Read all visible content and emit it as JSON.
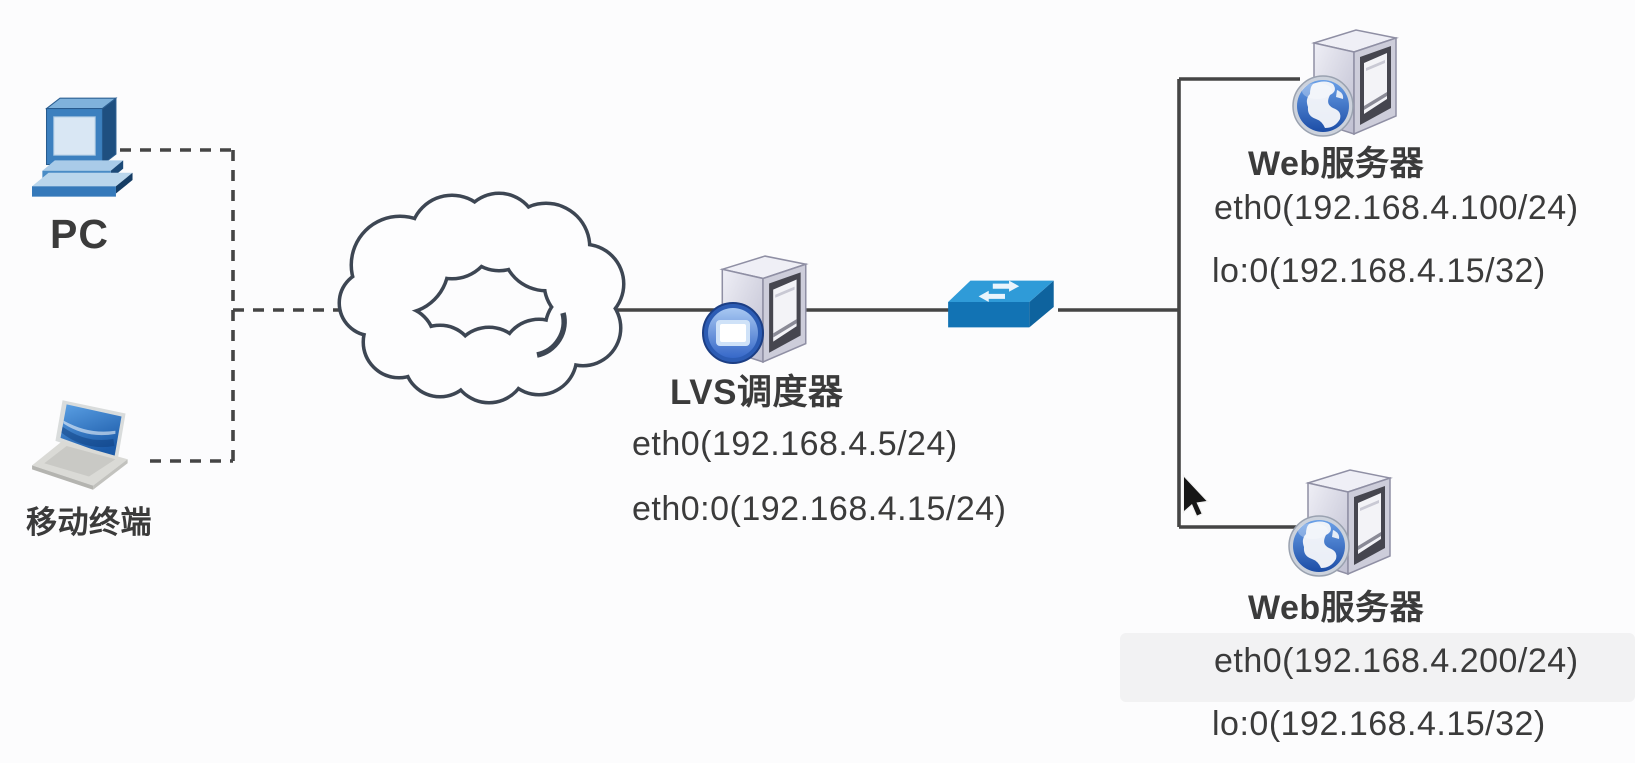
{
  "diagram": {
    "title": "LVS DR-mode load balancing topology",
    "colors": {
      "background": "#fcfcfd",
      "line": "#454545",
      "text": "#3b3b3b",
      "cloud_stroke": "#3d4653",
      "switch_blue": "#1f86c9",
      "globe_blue": "#2f62b8",
      "server_body": "#d6d6e2"
    },
    "nodes": {
      "pc": {
        "label": "PC",
        "icon": "desktop-computer-icon"
      },
      "mobile": {
        "label": "移动终端",
        "icon": "laptop-icon"
      },
      "internet": {
        "icon": "cloud-shape"
      },
      "lvs": {
        "label": "LVS调度器",
        "icon": "server-tower-screen-badge-icon",
        "ips": [
          "eth0(192.168.4.5/24)",
          "eth0:0(192.168.4.15/24)"
        ]
      },
      "switch": {
        "icon": "network-switch-icon"
      },
      "web1": {
        "label": "Web服务器",
        "icon": "server-tower-globe-badge-icon",
        "ips": [
          "eth0(192.168.4.100/24)",
          "lo:0(192.168.4.15/32)"
        ]
      },
      "web2": {
        "label": "Web服务器",
        "icon": "server-tower-globe-badge-icon",
        "ips": [
          "eth0(192.168.4.200/24)",
          "lo:0(192.168.4.15/32)"
        ]
      }
    },
    "cursor": {
      "icon": "mouse-pointer-icon"
    }
  }
}
